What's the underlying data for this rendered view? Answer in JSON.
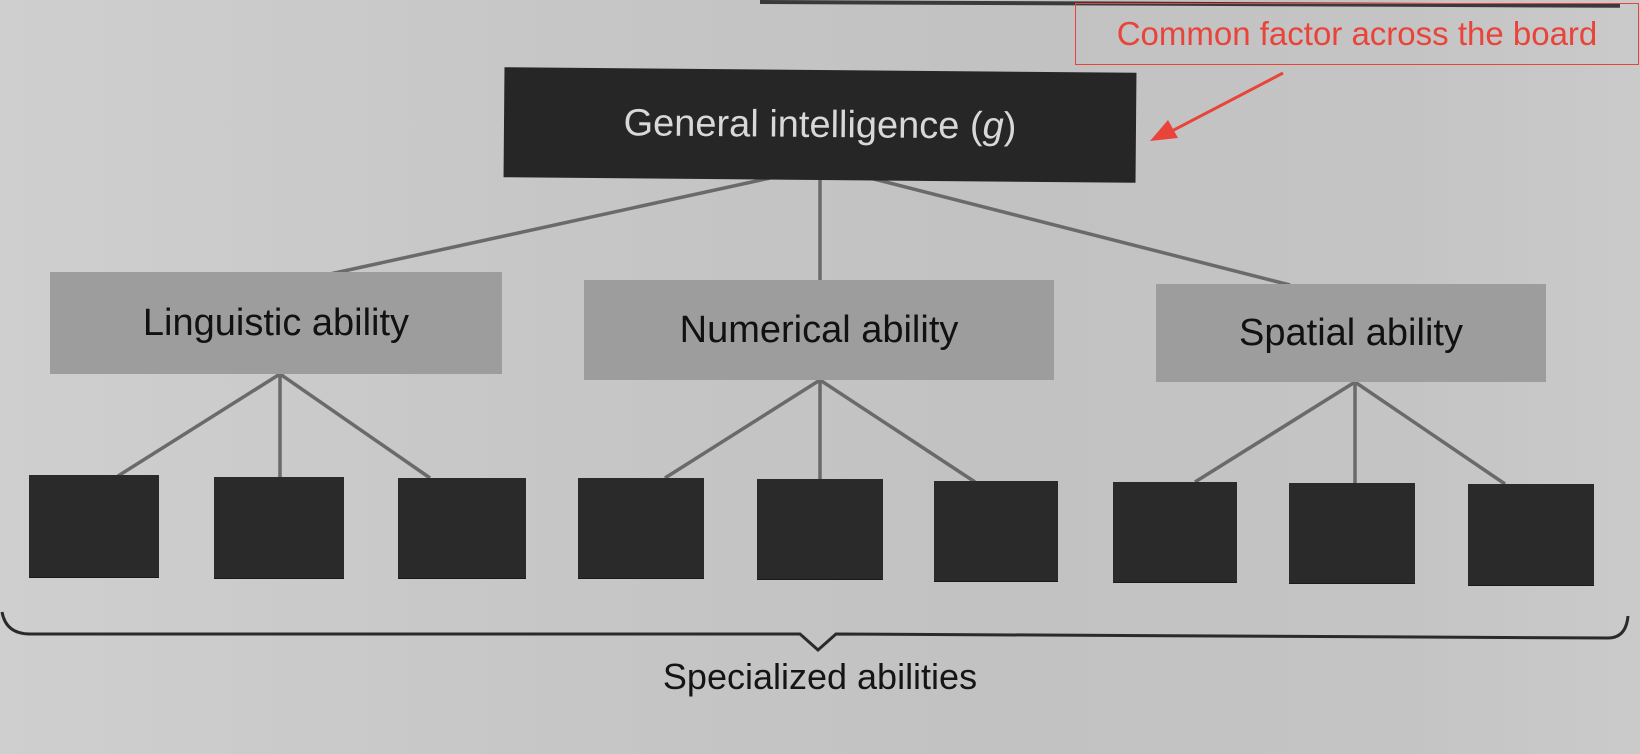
{
  "diagram": {
    "type": "hierarchical-tree",
    "root": {
      "label_main": "General intelligence (",
      "label_symbol": "g",
      "label_close": ")",
      "fill": "#262626",
      "text_color": "#d8d8d8"
    },
    "middle": [
      {
        "label": "Linguistic ability",
        "fill": "#9d9d9d"
      },
      {
        "label": "Numerical ability",
        "fill": "#9d9d9d"
      },
      {
        "label": "Spatial ability",
        "fill": "#9d9d9d"
      }
    ],
    "leaves_per_group": 3,
    "leaf_count": 9,
    "leaf_fill": "#2a2a2a",
    "brace_label": "Specialized abilities"
  },
  "annotation": {
    "text": "Common factor across the board",
    "color": "#e8443a",
    "arrow_points_to": "General intelligence (g)"
  },
  "colors": {
    "background": "#c6c6c6",
    "connector": "#6a6a6a",
    "annotation": "#e8443a"
  }
}
